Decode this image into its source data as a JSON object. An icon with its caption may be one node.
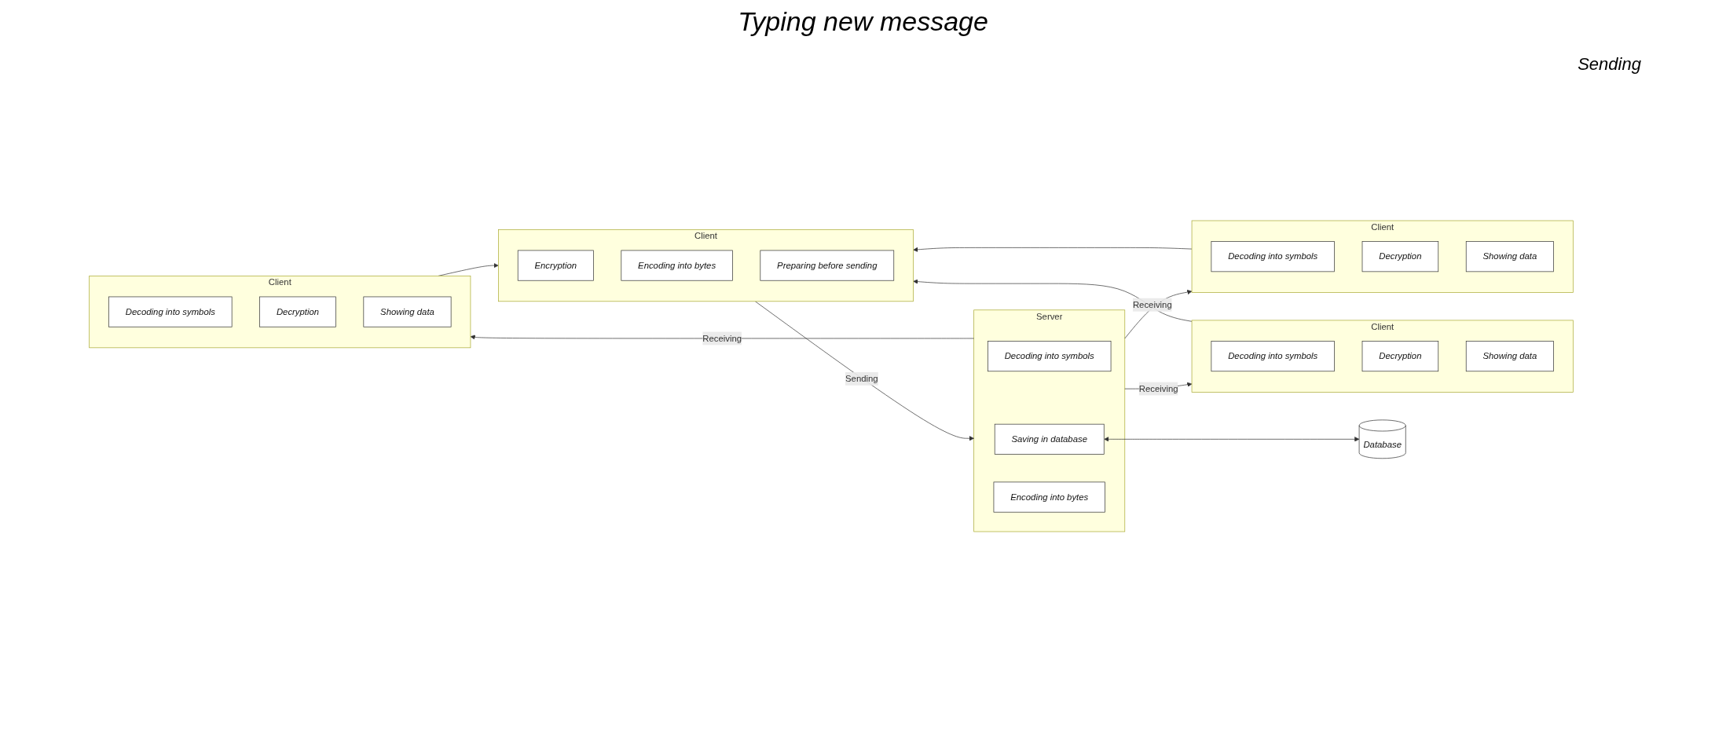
{
  "diagram": {
    "title": "Typing new message",
    "nodes": [
      {
        "text": [
          "Client"
        ]
      },
      {
        "text": [
          "Encryption"
        ],
        "in": 0
      },
      {
        "text": [
          "Encoding into bytes"
        ],
        "in": 0
      },
      {
        "text": [
          "Preparing before sending"
        ],
        "in": 0
      },
      {
        "text": [
          "Server"
        ]
      },
      {
        "text": [
          "Decoding into symbols"
        ],
        "in": 4
      },
      {
        "text": [
          "Saving in database"
        ],
        "in": 4
      },
      {
        "text": [
          "Encoding into bytes"
        ],
        "in": 4
      },
      {
        "text": [
          "Database"
        ]
      },
      {
        "text": [
          "Client"
        ]
      },
      {
        "text": [
          "Decoding into symbols"
        ],
        "in": 9
      },
      {
        "text": [
          "Decryption"
        ],
        "in": 9
      },
      {
        "text": [
          "Showing data"
        ],
        "in": 9
      },
      {
        "text": [
          "Client"
        ]
      },
      {
        "text": [
          "Decoding into symbols"
        ],
        "in": 13
      },
      {
        "text": [
          "Decryption"
        ],
        "in": 13
      },
      {
        "text": [
          "Showing data"
        ],
        "in": 13
      },
      {
        "text": [
          "Client"
        ]
      },
      {
        "text": [
          "Decoding into symbols"
        ],
        "in": 17
      },
      {
        "text": [
          "Decryption"
        ],
        "in": 17
      },
      {
        "text": [
          "Showing data"
        ],
        "in": 17
      }
    ],
    "edges": [
      {
        "from": 0,
        "to": 4,
        "arrow": "to",
        "label": "Sending"
      },
      {
        "from": 4,
        "to": 9,
        "arrow": "to",
        "label": "Receiving"
      },
      {
        "from": 4,
        "to": 13,
        "arrow": "to",
        "label": "Receiving"
      },
      {
        "from": 4,
        "to": 17,
        "arrow": "to",
        "label": "Receiving"
      },
      {
        "from": 6,
        "to": 8,
        "arrow": "both"
      },
      {
        "from": 9,
        "to": 0,
        "arrow": "to"
      },
      {
        "from": 13,
        "to": 0,
        "arrow": "to"
      },
      {
        "from": 17,
        "to": 0,
        "arrow": "to"
      }
    ],
    "labels": [
      "Sending"
    ]
  }
}
